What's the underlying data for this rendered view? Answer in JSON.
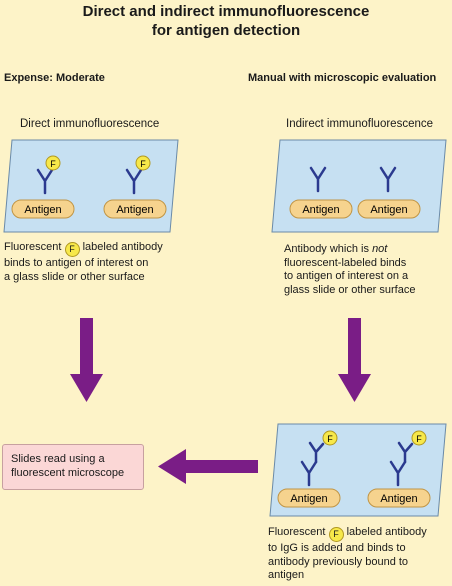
{
  "title": {
    "line1": "Direct and indirect immunofluorescence",
    "line2": "for antigen detection"
  },
  "headers": {
    "left": "Expense: Moderate",
    "right": "Manual with microscopic evaluation"
  },
  "panels": {
    "direct_label": "Direct immunofluorescence",
    "indirect_label": "Indirect immunofluorescence",
    "antigen_label": "Antigen",
    "fluor_label": "F"
  },
  "captions": {
    "direct_pre": "Fluorescent",
    "direct_post": "labeled antibody",
    "direct_l2": "binds to antigen of interest on",
    "direct_l3": "a glass slide or other surface",
    "indirect_l1": "Antibody which is",
    "indirect_not": "not",
    "indirect_l2": "fluorescent-labeled binds",
    "indirect_l3": "to antigen of interest on a",
    "indirect_l4": "glass slide or other surface",
    "second_pre": "Fluorescent",
    "second_post": "labeled antibody",
    "second_l2": "to IgG is added and binds to",
    "second_l3": "antibody previously bound to",
    "second_l4": "antigen"
  },
  "result": {
    "line1": "Slides read using a",
    "line2": "fluorescent microscope"
  },
  "colors": {
    "background": "#fdf3c8",
    "slide": "#c6e0f2",
    "antigen": "#f6d38e",
    "antibody": "#2b3a8f",
    "arrow": "#7a1d86",
    "fluor": "#f7e84a",
    "result_box": "#fbd7d6"
  }
}
